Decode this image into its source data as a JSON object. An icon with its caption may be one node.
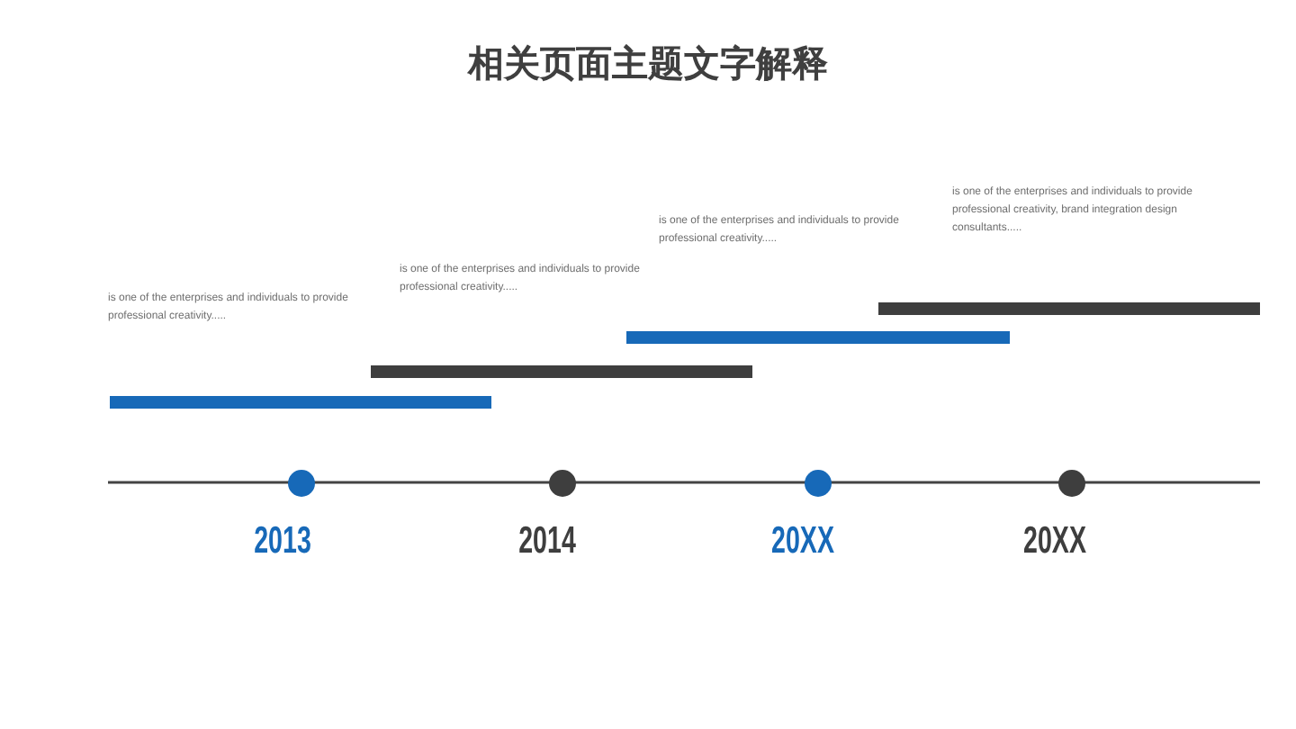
{
  "diagram": {
    "title": "相关页面主题文字解释",
    "labels": [
      "is one of the enterprises and individuals to provide professional creativity.....",
      "is one of the enterprises and individuals to provide professional creativity.....",
      "is one of the enterprises and individuals to provide professional creativity.....",
      "is one of the enterprises and individuals to provide professional creativity, brand integration design consultants.....",
      "2013",
      "2014",
      "20XX",
      "20XX"
    ]
  }
}
